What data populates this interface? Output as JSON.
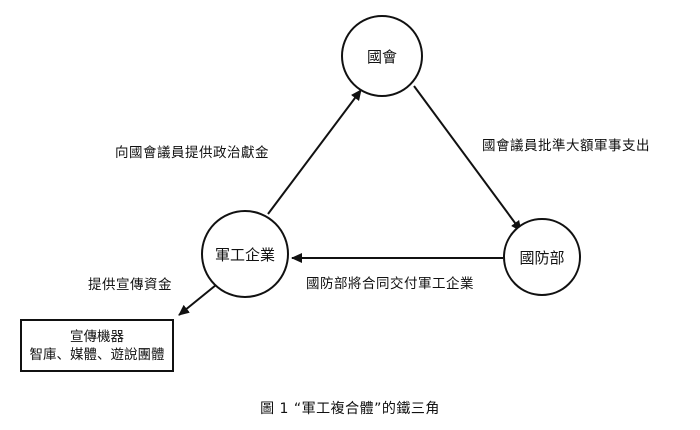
{
  "nodes": {
    "congress": "國會",
    "industry": "軍工企業",
    "defense": "國防部"
  },
  "edges": {
    "industry_to_congress": "向國會議員提供政治獻金",
    "congress_to_defense": "國會議員批準大額軍事支出",
    "defense_to_industry": "國防部將合同交付軍工企業",
    "industry_to_propaganda": "提供宣傳資金"
  },
  "propaganda_box": {
    "title": "宣傳機器",
    "members": "智庫、媒體、遊說團體"
  },
  "caption": "圖 1  “軍工複合體”的鐵三角"
}
